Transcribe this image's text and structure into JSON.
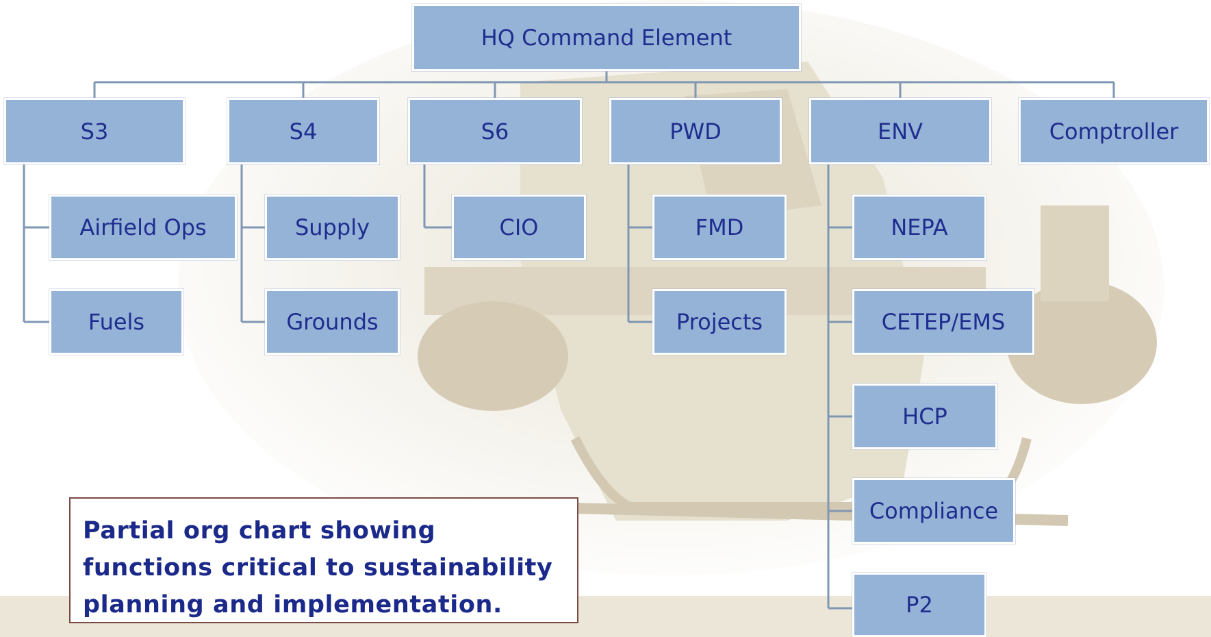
{
  "diagram": {
    "type": "org-chart",
    "colors": {
      "box_fill": "#95b3d7",
      "box_border": "#ffffff",
      "text": "#1f2d8f",
      "connector": "#7f97b3",
      "note_border": "#7a4b45",
      "note_text": "#1b2a8a"
    },
    "root": "HQ Command Element",
    "departments": [
      {
        "label": "S3",
        "children": [
          "Airfield Ops",
          "Fuels"
        ]
      },
      {
        "label": "S4",
        "children": [
          "Supply",
          "Grounds"
        ]
      },
      {
        "label": "S6",
        "children": [
          "CIO"
        ]
      },
      {
        "label": "PWD",
        "children": [
          "FMD",
          "Projects"
        ]
      },
      {
        "label": "ENV",
        "children": [
          "NEPA",
          "CETEP/EMS",
          "HCP",
          "Compliance",
          "P2"
        ]
      },
      {
        "label": "Comptroller",
        "children": []
      }
    ],
    "note": "Partial org chart showing functions critical to sustainability planning and implementation."
  },
  "background": {
    "image": "helicopter-photo"
  }
}
